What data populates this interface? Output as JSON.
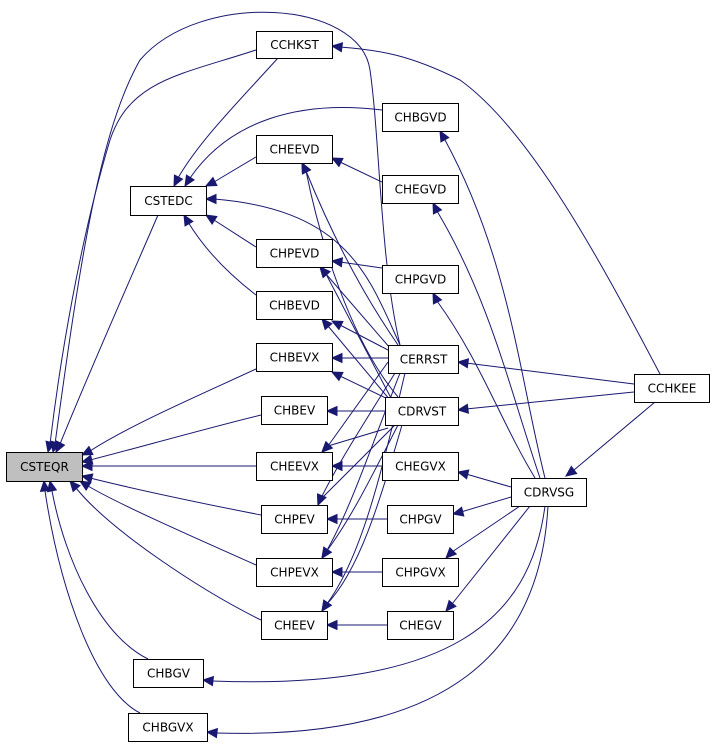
{
  "graph": {
    "edge_color": "#191970",
    "root_fill": "#bfbfbf",
    "nodes": [
      {
        "id": "csteqr",
        "label": "CSTEQR"
      },
      {
        "id": "cstedc",
        "label": "CSTEDC"
      },
      {
        "id": "cchkst",
        "label": "CCHKST"
      },
      {
        "id": "chbgvd",
        "label": "CHBGVD"
      },
      {
        "id": "cheevd",
        "label": "CHEEVD"
      },
      {
        "id": "chegvd",
        "label": "CHEGVD"
      },
      {
        "id": "chpevd",
        "label": "CHPEVD"
      },
      {
        "id": "chpgvd",
        "label": "CHPGVD"
      },
      {
        "id": "chbevd",
        "label": "CHBEVD"
      },
      {
        "id": "chbevx",
        "label": "CHBEVX"
      },
      {
        "id": "cerrst",
        "label": "CERRST"
      },
      {
        "id": "chbev",
        "label": "CHBEV"
      },
      {
        "id": "cdrvst",
        "label": "CDRVST"
      },
      {
        "id": "cchkee",
        "label": "CCHKEE"
      },
      {
        "id": "cheevx",
        "label": "CHEEVX"
      },
      {
        "id": "chegvx",
        "label": "CHEGVX"
      },
      {
        "id": "cdrvsg",
        "label": "CDRVSG"
      },
      {
        "id": "chpev",
        "label": "CHPEV"
      },
      {
        "id": "chpgv",
        "label": "CHPGV"
      },
      {
        "id": "chpevx",
        "label": "CHPEVX"
      },
      {
        "id": "chpgvx",
        "label": "CHPGVX"
      },
      {
        "id": "cheev",
        "label": "CHEEV"
      },
      {
        "id": "chegv",
        "label": "CHEGV"
      },
      {
        "id": "chbgv",
        "label": "CHBGV"
      },
      {
        "id": "chbgvx",
        "label": "CHBGVX"
      }
    ],
    "edges": [
      [
        "cstedc",
        "csteqr"
      ],
      [
        "cchkst",
        "csteqr"
      ],
      [
        "chbevx",
        "csteqr"
      ],
      [
        "chbev",
        "csteqr"
      ],
      [
        "cheevx",
        "csteqr"
      ],
      [
        "chpev",
        "csteqr"
      ],
      [
        "chpevx",
        "csteqr"
      ],
      [
        "cheev",
        "csteqr"
      ],
      [
        "chbgv",
        "csteqr"
      ],
      [
        "chbgvx",
        "csteqr"
      ],
      [
        "cerrst",
        "csteqr"
      ],
      [
        "cchkst",
        "cstedc"
      ],
      [
        "chbgvd",
        "cstedc"
      ],
      [
        "cheevd",
        "cstedc"
      ],
      [
        "chpevd",
        "cstedc"
      ],
      [
        "chbevd",
        "cstedc"
      ],
      [
        "cerrst",
        "cstedc"
      ],
      [
        "chegvd",
        "cheevd"
      ],
      [
        "cerrst",
        "cheevd"
      ],
      [
        "cdrvst",
        "cheevd"
      ],
      [
        "chpgvd",
        "chpevd"
      ],
      [
        "cerrst",
        "chpevd"
      ],
      [
        "cdrvst",
        "chpevd"
      ],
      [
        "cerrst",
        "chbevd"
      ],
      [
        "cdrvst",
        "chbevd"
      ],
      [
        "cerrst",
        "chbevx"
      ],
      [
        "cdrvst",
        "chbevx"
      ],
      [
        "cdrvst",
        "chbev"
      ],
      [
        "cerrst",
        "cheevx"
      ],
      [
        "cdrvst",
        "cheevx"
      ],
      [
        "chegvx",
        "cheevx"
      ],
      [
        "cerrst",
        "chpev"
      ],
      [
        "cdrvst",
        "chpev"
      ],
      [
        "chpgv",
        "chpev"
      ],
      [
        "cerrst",
        "chpevx"
      ],
      [
        "cdrvst",
        "chpevx"
      ],
      [
        "chpgvx",
        "chpevx"
      ],
      [
        "cerrst",
        "cheev"
      ],
      [
        "cdrvst",
        "cheev"
      ],
      [
        "chegv",
        "cheev"
      ],
      [
        "cchkee",
        "cchkst"
      ],
      [
        "cchkee",
        "cerrst"
      ],
      [
        "cchkee",
        "cdrvst"
      ],
      [
        "cchkee",
        "cdrvsg"
      ],
      [
        "cdrvsg",
        "chbgvd"
      ],
      [
        "cdrvsg",
        "chegvd"
      ],
      [
        "cdrvsg",
        "chpgvd"
      ],
      [
        "cdrvsg",
        "chegvx"
      ],
      [
        "cdrvsg",
        "chpgv"
      ],
      [
        "cdrvsg",
        "chpgvx"
      ],
      [
        "cdrvsg",
        "chegv"
      ],
      [
        "cdrvsg",
        "chbgv"
      ],
      [
        "cdrvsg",
        "chbgvx"
      ]
    ]
  }
}
